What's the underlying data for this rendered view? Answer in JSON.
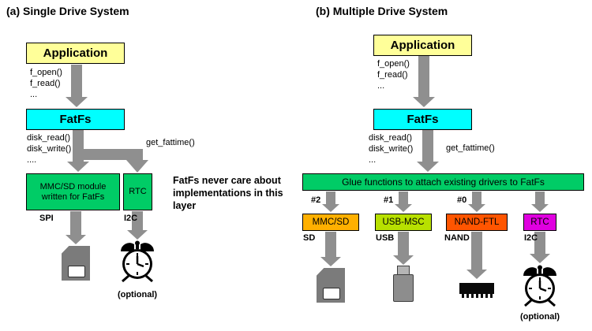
{
  "colors": {
    "box_yellow": "#FFFF99",
    "box_cyan": "#00FFFF",
    "box_green": "#00CC66",
    "arrow_gray": "#8F8F8F"
  },
  "left": {
    "title": "(a) Single Drive System",
    "application": "Application",
    "app_calls": [
      "f_open()",
      "f_read()",
      "..."
    ],
    "fatfs": "FatFs",
    "disk_calls": [
      "disk_read()",
      "disk_write()",
      "...."
    ],
    "get_fattime": "get_fattime()",
    "mmc_module": "MMC/SD module written for FatFs",
    "rtc": "RTC",
    "spi": "SPI",
    "i2c": "I2C",
    "note": "FatFs never care about implementations in this layer",
    "optional": "(optional)"
  },
  "right": {
    "title": "(b) Multiple Drive System",
    "application": "Application",
    "app_calls": [
      "f_open()",
      "f_read()",
      "..."
    ],
    "fatfs": "FatFs",
    "disk_calls": [
      "disk_read()",
      "disk_write()",
      "..."
    ],
    "get_fattime": "get_fattime()",
    "glue": "Glue functions to attach existing drivers to FatFs",
    "drive_numbers": [
      "#2",
      "#1",
      "#0"
    ],
    "drivers": [
      {
        "label": "MMC/SD",
        "bus": "SD",
        "color": "#FFB000"
      },
      {
        "label": "USB-MSC",
        "bus": "USB",
        "color": "#B8E000"
      },
      {
        "label": "NAND-FTL",
        "bus": "NAND",
        "color": "#FF5500"
      },
      {
        "label": "RTC",
        "bus": "I2C",
        "color": "#E000E0"
      }
    ],
    "optional": "(optional)"
  }
}
